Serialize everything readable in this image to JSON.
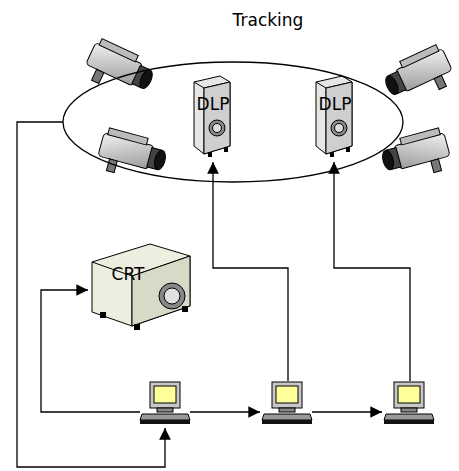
{
  "diagram": {
    "nodes": [
      {
        "text": [
          "Tracking"
        ]
      },
      {
        "text": [
          "DLP"
        ],
        "in": 0
      },
      {
        "text": [
          "DLP"
        ],
        "in": 0
      },
      {
        "text": [
          "CRT"
        ]
      }
    ]
  }
}
